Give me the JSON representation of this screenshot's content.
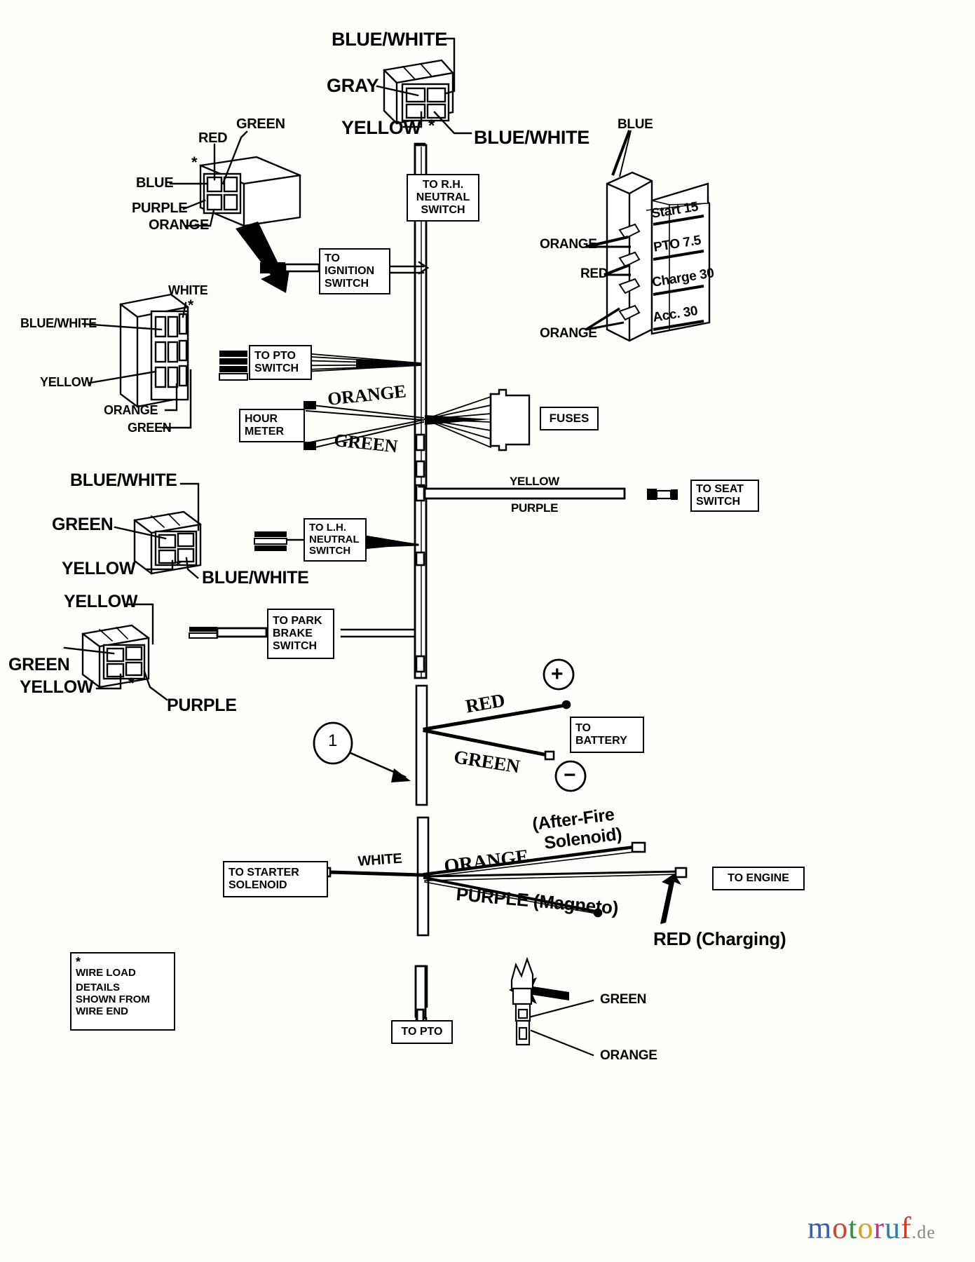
{
  "diagram": {
    "title": "Wiring Harness Diagram",
    "type": "wiring-harness-exploded-view"
  },
  "connectors": {
    "ignition_top": {
      "name": "ignition-switch-connector",
      "labels": {
        "blue_white_top": "BLUE/WHITE",
        "gray": "GRAY",
        "yellow": "YELLOW",
        "blue_white_right": "BLUE/WHITE",
        "star": "*"
      }
    },
    "ignition_left": {
      "name": "ignition-switch-plug",
      "labels": {
        "green": "GREEN",
        "red": "RED",
        "blue": "BLUE",
        "purple": "PURPLE",
        "orange": "ORANGE",
        "star": "*"
      }
    },
    "six_pin": {
      "name": "six-pin-connector",
      "labels": {
        "white": "WHITE",
        "blue_white": "BLUE/WHITE",
        "yellow": "YELLOW",
        "orange": "ORANGE",
        "green": "GREEN",
        "star": "*"
      }
    },
    "lh_neutral": {
      "name": "lh-neutral-connector",
      "labels": {
        "blue_white_top": "BLUE/WHITE",
        "green": "GREEN",
        "yellow": "YELLOW",
        "blue_white_bottom": "BLUE/WHITE",
        "star": "*"
      }
    },
    "park_brake": {
      "name": "park-brake-connector",
      "labels": {
        "yellow_top": "YELLOW",
        "green": "GREEN",
        "yellow_bottom": "YELLOW",
        "purple": "PURPLE",
        "star": "*"
      }
    },
    "pto_end": {
      "name": "pto-connector",
      "labels": {
        "green": "GREEN",
        "orange": "ORANGE"
      }
    }
  },
  "fuse_block": {
    "name": "fuse-block",
    "wire_labels": {
      "blue": "BLUE",
      "orange_top": "ORANGE",
      "red": "RED",
      "orange_bottom": "ORANGE",
      "star": "*"
    },
    "fuses": [
      {
        "label": "Start  15"
      },
      {
        "label": "PTO 7.5"
      },
      {
        "label": "Charge  30"
      },
      {
        "label": "Acc.  30"
      }
    ]
  },
  "callout_boxes": [
    {
      "id": "to-rh-neutral-switch",
      "lines": [
        "TO R.H.",
        "NEUTRAL",
        "SWITCH"
      ]
    },
    {
      "id": "to-ignition-switch",
      "lines": [
        "TO",
        "IGNITION",
        "SWITCH"
      ]
    },
    {
      "id": "to-pto-switch",
      "lines": [
        "TO PTO",
        "SWITCH"
      ]
    },
    {
      "id": "hour-meter",
      "lines": [
        "HOUR",
        "METER"
      ]
    },
    {
      "id": "fuses",
      "lines": [
        "FUSES"
      ]
    },
    {
      "id": "to-seat-switch",
      "lines": [
        "TO SEAT",
        "SWITCH"
      ]
    },
    {
      "id": "to-lh-neutral-switch",
      "lines": [
        "TO L.H.",
        "NEUTRAL",
        "SWITCH"
      ]
    },
    {
      "id": "to-park-brake-switch",
      "lines": [
        "TO PARK",
        "BRAKE",
        "SWITCH"
      ]
    },
    {
      "id": "to-battery",
      "lines": [
        "TO",
        "BATTERY"
      ]
    },
    {
      "id": "to-starter-solenoid",
      "lines": [
        "TO STARTER",
        "SOLENOID"
      ]
    },
    {
      "id": "to-engine",
      "lines": [
        "TO ENGINE"
      ]
    },
    {
      "id": "to-pto",
      "lines": [
        "TO PTO"
      ]
    }
  ],
  "harness_wire_labels": {
    "hour_meter_orange": "ORANGE",
    "hour_meter_green": "GREEN",
    "seat_yellow": "YELLOW",
    "seat_purple": "PURPLE",
    "battery_red": "RED",
    "battery_green": "GREEN",
    "engine_white": "WHITE",
    "engine_orange": "ORANGE",
    "engine_afterfire_1": "(After-Fire",
    "engine_afterfire_2": "Solenoid)",
    "engine_purple": "PURPLE (Magneto)",
    "engine_red": "RED (Charging)"
  },
  "markers": {
    "item_number_1": "1",
    "battery_positive": "+",
    "battery_negative": "−"
  },
  "note_box": {
    "name": "wire-load-note",
    "star": "*",
    "lines": [
      "WIRE LOAD",
      "DETAILS",
      "SHOWN FROM",
      "WIRE END"
    ]
  },
  "watermark": {
    "text_parts": [
      "m",
      "o",
      "t",
      "o",
      "r",
      "u",
      "f"
    ],
    "suffix": ".de",
    "colors": [
      "#3a5fb0",
      "#c8472f",
      "#2f8f46",
      "#d8a12a",
      "#b03a8c",
      "#2f7fa8",
      "#d03b2f"
    ]
  },
  "colors": {
    "ink": "#000000",
    "paper": "#fefefa"
  }
}
